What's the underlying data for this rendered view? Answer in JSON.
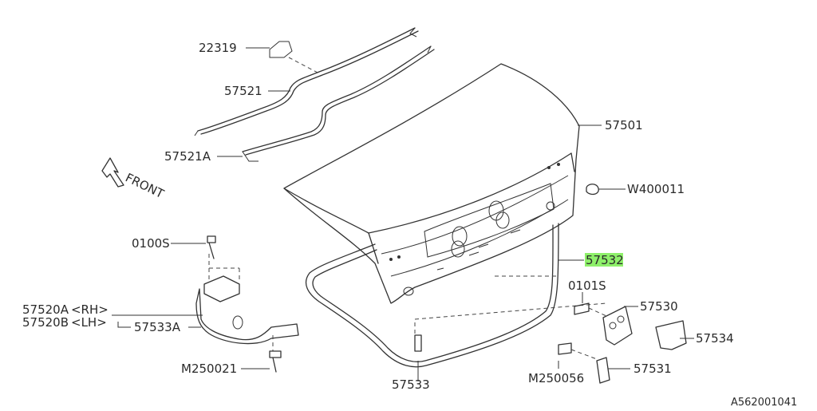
{
  "diagram_id": "A562001041",
  "direction_label": "FRONT",
  "parts": {
    "p22319": "22319",
    "p57521": "57521",
    "p57521A": "57521A",
    "p57501": "57501",
    "pW400011": "W400011",
    "p57532": "57532",
    "p0100S": "0100S",
    "p0101S": "0101S",
    "p57530": "57530",
    "p57520A": "57520A <RH>",
    "p57520B": "57520B <LH>",
    "p57533A": "57533A",
    "p57534": "57534",
    "pM250021": "M250021",
    "pM250056": "M250056",
    "p57531": "57531",
    "p57533": "57533"
  },
  "highlight_color": "#8ef06a",
  "highlighted_part": "57532"
}
